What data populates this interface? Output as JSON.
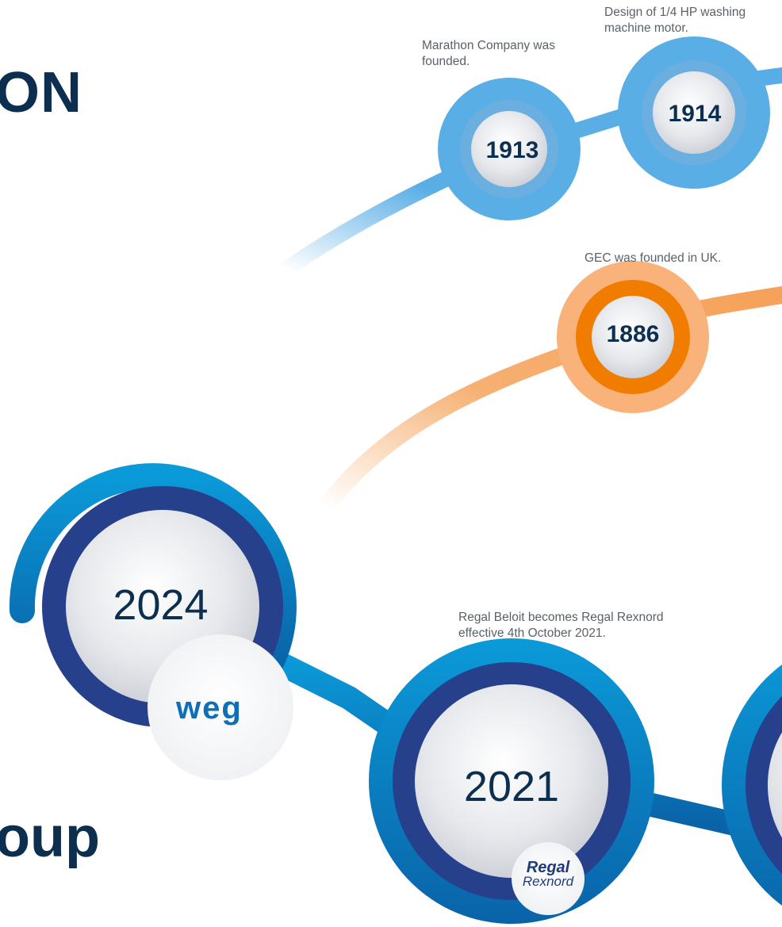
{
  "headings": {
    "top": "ON",
    "bottom": "oup"
  },
  "milestones": [
    {
      "year": "1913",
      "note": "Marathon Company was founded.",
      "color": "#5aaee6"
    },
    {
      "year": "1914",
      "note": "Design of 1/4 HP washing machine motor.",
      "color": "#5aaee6"
    },
    {
      "year": "1886",
      "note": "GEC was founded in UK.",
      "color": "#f07c00"
    },
    {
      "year": "2024",
      "note": "",
      "logo": "WEG",
      "color": "#2a3f8f"
    },
    {
      "year": "2021",
      "note": "Regal Beloit becomes Regal Rexnord effective 4th October 2021.",
      "logo": "Regal Rexnord",
      "color": "#2a3f8f"
    }
  ],
  "logos": {
    "weg": "weg",
    "regal_line1": "Regal",
    "regal_line2": "Rexnord"
  },
  "colors": {
    "navy_text": "#0d2f4f",
    "light_blue": "#5aaee6",
    "orange": "#f07c00",
    "dark_blue_ring": "#2a3f8f",
    "track_blue": "#0a79c2"
  }
}
